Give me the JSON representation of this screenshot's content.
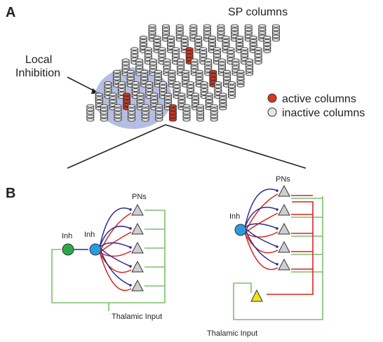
{
  "panel_a": {
    "label": "A",
    "title": "SP columns",
    "local_inhibition_line1": "Local",
    "local_inhibition_line2": "Inhibition",
    "legend": {
      "active": "active columns",
      "inactive": "inactive columns"
    },
    "grid": {
      "rows": 8,
      "cols": 10
    },
    "active_columns": [
      [
        2,
        4
      ],
      [
        4,
        7
      ],
      [
        6,
        2
      ],
      [
        7,
        6
      ]
    ]
  },
  "panel_b": {
    "label": "B",
    "left": {
      "inh_green": "Inh",
      "inh_blue": "Inh",
      "pns": "PNs",
      "thalamic": "Thalamic Input"
    },
    "right": {
      "inh_blue": "Inh",
      "pns": "PNs",
      "thalamic": "Thalamic Input"
    }
  },
  "colors": {
    "active": "#d8361f",
    "inactive": "#e6e6e6",
    "inhibition_region": "#9ea7d8",
    "inh_blue": "#2b9be0",
    "inh_green": "#2ca84a",
    "thalamic_yellow": "#f2e21b",
    "excit_red": "#d8251f",
    "inhib_blue": "#2c2f8f",
    "thalamic_green": "#7cc06a"
  }
}
